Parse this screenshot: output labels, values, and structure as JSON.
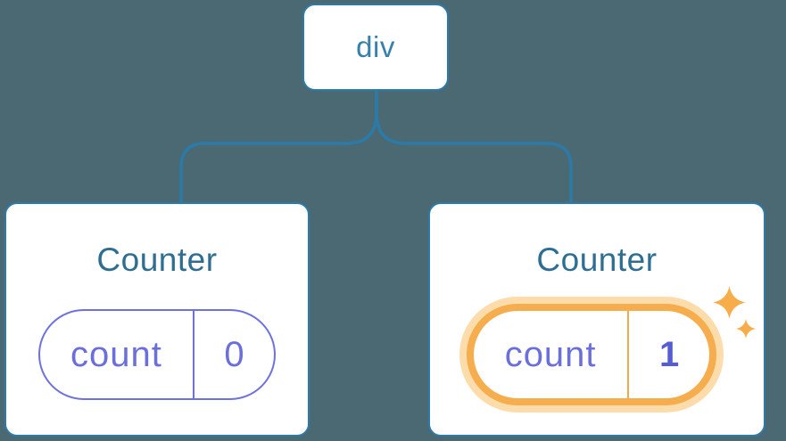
{
  "diagram": {
    "root_node": {
      "label": "div"
    },
    "children": [
      {
        "title": "Counter",
        "state": {
          "key": "count",
          "value": "0"
        },
        "highlighted": false
      },
      {
        "title": "Counter",
        "state": {
          "key": "count",
          "value": "1"
        },
        "highlighted": true
      }
    ]
  },
  "icons": {
    "sparkles": "sparkles-icon"
  },
  "colors": {
    "background": "#4b6973",
    "connector_blue": "#2b7aa8",
    "root_label_blue": "#3780ab",
    "title_blue": "#2d6e92",
    "state_purple": "#6a6fdb",
    "state_value_bold_purple": "#555dd1",
    "highlight_orange": "#f5ad4d",
    "highlight_glow": "#fcdcab",
    "card_white": "#ffffff"
  }
}
